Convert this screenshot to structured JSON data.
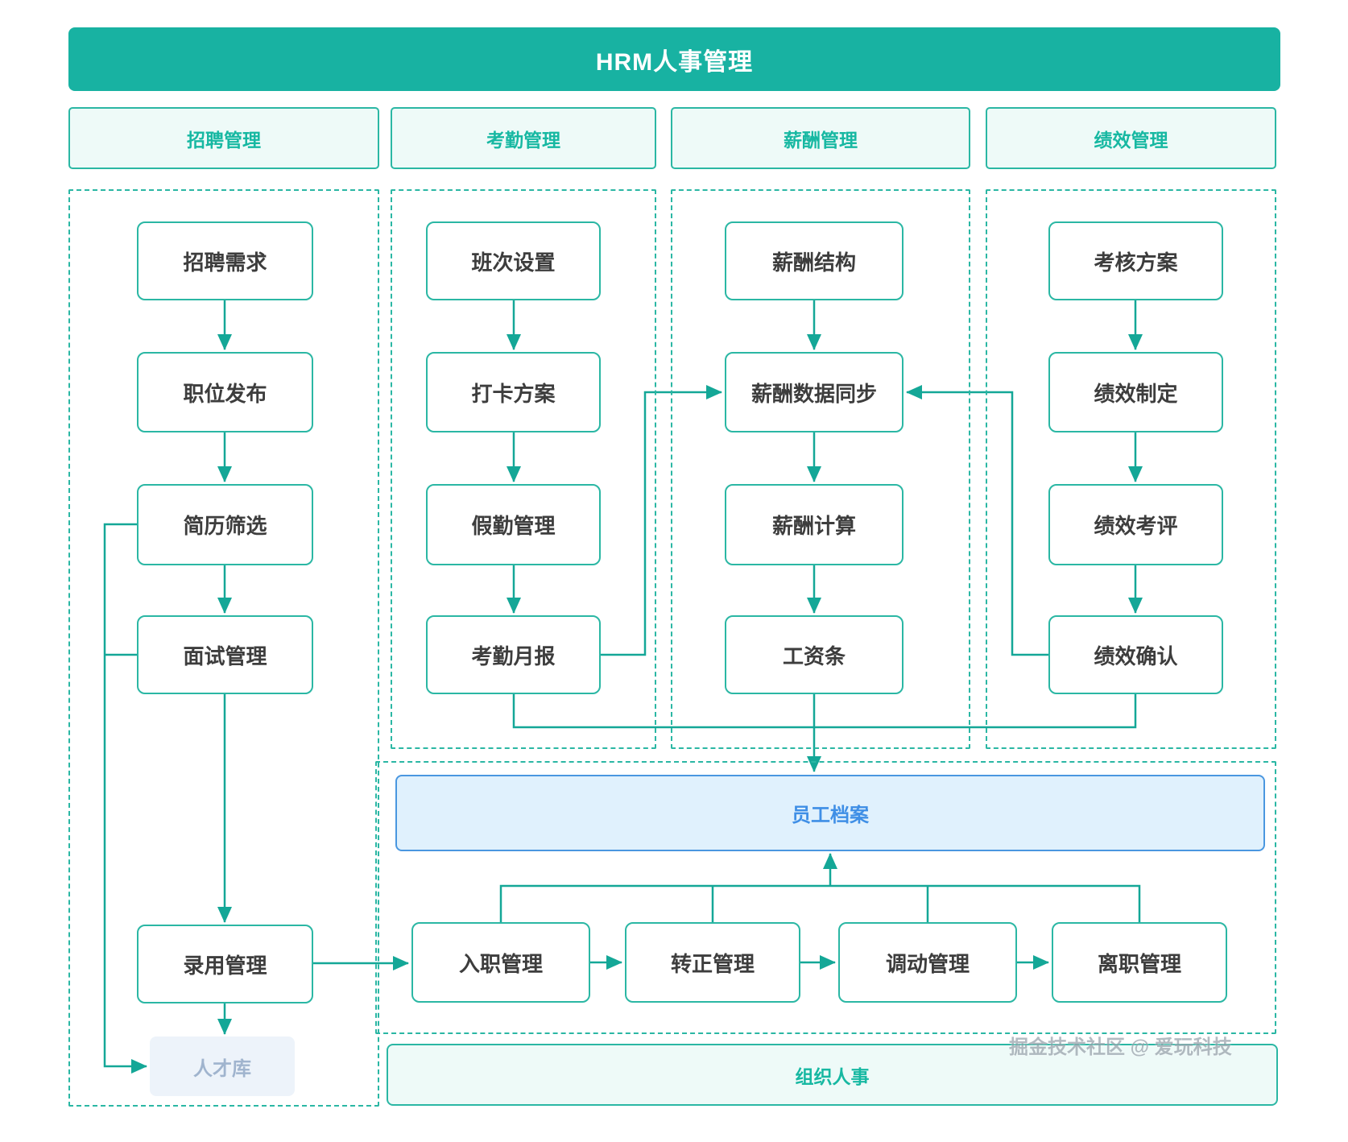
{
  "banner": {
    "title": "HRM人事管理"
  },
  "columns": [
    {
      "header": "招聘管理",
      "nodes": [
        "招聘需求",
        "职位发布",
        "简历筛选",
        "面试管理",
        "录用管理"
      ]
    },
    {
      "header": "考勤管理",
      "nodes": [
        "班次设置",
        "打卡方案",
        "假勤管理",
        "考勤月报"
      ]
    },
    {
      "header": "薪酬管理",
      "nodes": [
        "薪酬结构",
        "薪酬数据同步",
        "薪酬计算",
        "工资条"
      ]
    },
    {
      "header": "绩效管理",
      "nodes": [
        "考核方案",
        "绩效制定",
        "绩效考评",
        "绩效确认"
      ]
    }
  ],
  "talent_pool": "人才库",
  "employee_archive": "员工档案",
  "lifecycle_nodes": [
    "入职管理",
    "转正管理",
    "调动管理",
    "离职管理"
  ],
  "organization": "组织人事",
  "watermark": "掘金技术社区 @ 爱玩科技",
  "colors": {
    "banner_background": "#18b2a2",
    "teal_border": "#2bb7a4",
    "connector_line": "#14a797",
    "teal_text": "#17b8a2",
    "mint_fill": "#eefaf8",
    "archive_border": "#4a97e0",
    "archive_fill": "#e0f1fd",
    "archive_text": "#3f8fe6",
    "talent_pool_fill": "#edf3fa",
    "talent_pool_text": "#a0b4ce",
    "node_text": "#3d3d3d"
  }
}
